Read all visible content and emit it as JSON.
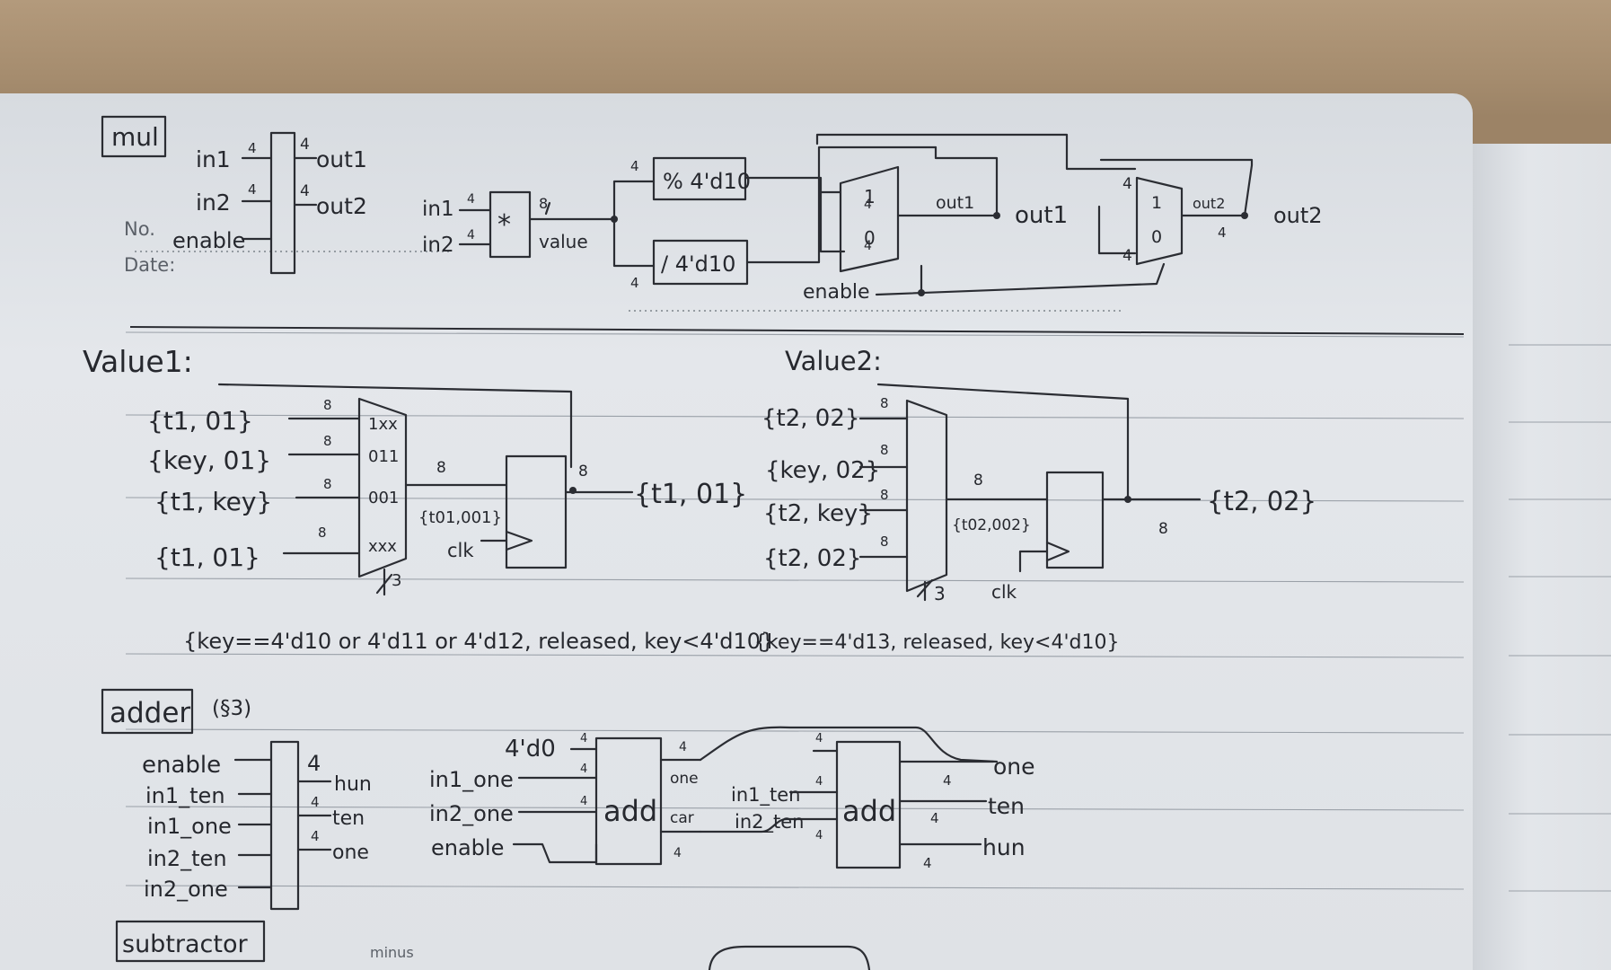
{
  "mul": {
    "title": "mul",
    "block": {
      "in1": "in1",
      "in2": "in2",
      "enable": "enable",
      "w_in1": "4",
      "w_in2": "4",
      "out1": "out1",
      "out2": "out2",
      "w_out1": "4",
      "w_out2": "4"
    },
    "no_label": "No.",
    "date_label": "Date:",
    "circuit": {
      "in1": "in1",
      "in2": "in2",
      "w_in": "4",
      "mult_symbol": "*",
      "w_value": "8",
      "value_label": "value",
      "mod_op": "% 4'd10",
      "div_op": "/ 4'd10",
      "w_mod": "4",
      "w_div": "4",
      "mux_one": "1",
      "mux_zero": "0",
      "w_mux": "4",
      "out1_wire": "out1",
      "out1": "out1",
      "out2_wire": "out2",
      "out2": "out2",
      "enable": "enable"
    }
  },
  "value1": {
    "title": "Value1:",
    "inputs": [
      "{t1, 01}",
      "{key, 01}",
      "{t1, key}",
      "{t1, 01}"
    ],
    "widths": [
      "8",
      "8",
      "8",
      "8"
    ],
    "mux_codes": [
      "1xx",
      "011",
      "001",
      "xxx"
    ],
    "sel_width": "3",
    "out_width": "8",
    "reg_in": "{t01,001}",
    "clk": "clk",
    "reg_width": "8",
    "output": "{t1, 01}",
    "condition": "{key==4'd10 or 4'd11 or 4'd12, released, key<4'd10}"
  },
  "value2": {
    "title": "Value2:",
    "inputs": [
      "{t2, 02}",
      "{key, 02}",
      "{t2, key}",
      "{t2, 02}"
    ],
    "widths": [
      "8",
      "8",
      "8",
      "8"
    ],
    "sel_width": "3",
    "out_width": "8",
    "reg_in": "{t02,002}",
    "clk": "clk",
    "reg_width": "8",
    "output": "{t2, 02}",
    "condition": "{key==4'd13, released, key<4'd10}"
  },
  "adder": {
    "title": "adder",
    "note": "(§3)",
    "block": {
      "inputs": [
        "enable",
        "in1_ten",
        "in1_one",
        "in2_ten",
        "in2_one"
      ],
      "outputs": [
        "hun",
        "ten",
        "one"
      ],
      "w": "4"
    },
    "circuit": {
      "const": "4'd0",
      "in1_one": "in1_one",
      "in2_one": "in2_one",
      "enable": "enable",
      "add": "add",
      "one": "one",
      "car": "car",
      "in1_ten": "in1_ten",
      "in2_ten": "in2_ten",
      "out_one": "one",
      "out_ten": "ten",
      "out_hun": "hun",
      "w": "4"
    }
  },
  "subtractor": {
    "title": "subtractor",
    "minus": "minus"
  }
}
